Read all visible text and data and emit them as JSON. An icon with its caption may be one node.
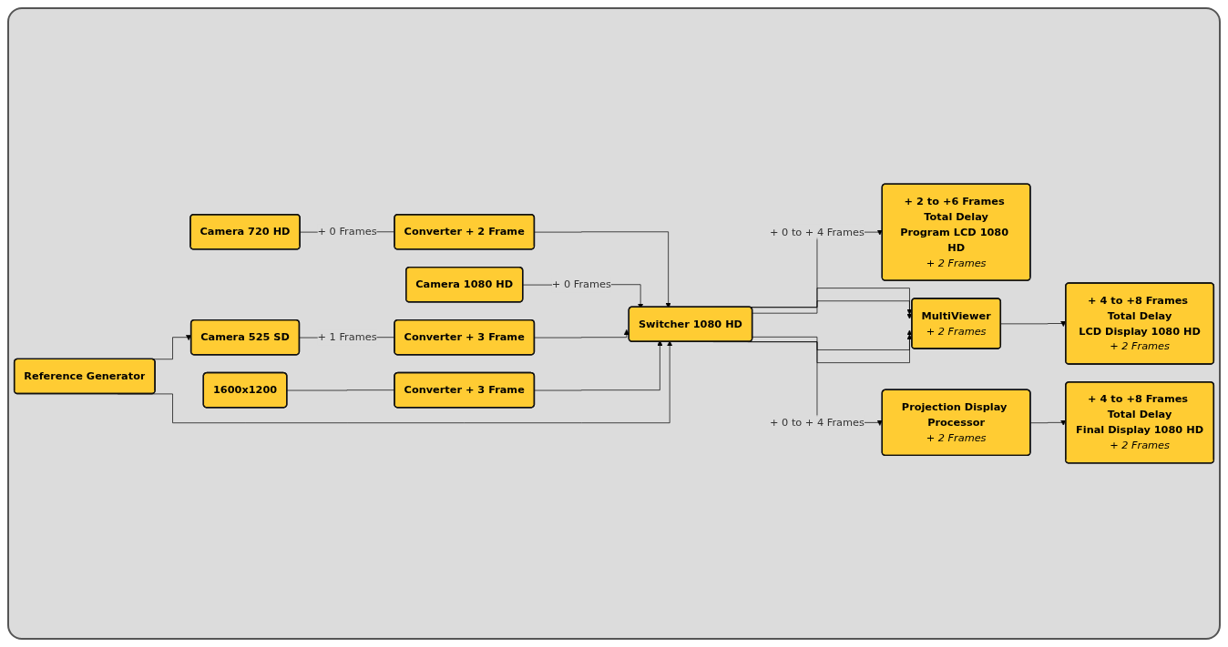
{
  "diagram": {
    "nodes": [
      {
        "text": [
          "+ 4 to +8 Frames Total Delay",
          "LCD Display 1080 HD",
          "+ 2 Frames"
        ]
      },
      {
        "text": [
          "+ 2 to +6 Frames Total Delay",
          "Program LCD 1080 HD",
          "+ 2 Frames"
        ]
      },
      {
        "text": [
          "MultiViewer",
          "+ 2 Frames"
        ]
      },
      {
        "text": [
          "Camera 720 HD"
        ]
      },
      {
        "text": [
          "Converter + 2 Frame"
        ]
      },
      {
        "text": [
          "Camera 1080 HD"
        ]
      },
      {
        "text": [
          "+ 4 to +8 Frames Total Delay",
          "Final Display 1080 HD",
          "+ 2 Frames"
        ]
      },
      {
        "text": [
          "Switcher 1080 HD"
        ]
      },
      {
        "text": [
          "Camera 525 SD"
        ]
      },
      {
        "text": [
          "Converter + 3 Frame"
        ]
      },
      {
        "text": [
          "1600x1200"
        ]
      },
      {
        "text": [
          "Converter + 3 Frame"
        ]
      },
      {
        "text": [
          "Reference Generator"
        ]
      },
      {
        "text": [
          "Projection Display Processor",
          "+ 2 Frames"
        ]
      }
    ],
    "edges": [
      {
        "from": 3,
        "to": 4,
        "arrow": "none",
        "label": "+ 0 Frames"
      },
      {
        "from": 4,
        "to": 7,
        "arrow": "to"
      },
      {
        "from": 5,
        "to": 7,
        "arrow": "to",
        "label": "+ 0 Frames"
      },
      {
        "from": 8,
        "to": 9,
        "arrow": "none",
        "label": "+ 1 Frames"
      },
      {
        "from": 9,
        "to": 7,
        "arrow": "to"
      },
      {
        "from": 10,
        "to": 11,
        "arrow": "none"
      },
      {
        "from": 11,
        "to": 7,
        "arrow": "to"
      },
      {
        "from": 7,
        "to": 2,
        "arrow": "to"
      },
      {
        "from": 7,
        "to": 2,
        "arrow": "to"
      },
      {
        "from": 7,
        "to": 2,
        "arrow": "to"
      },
      {
        "from": 7,
        "to": 2,
        "arrow": "to"
      },
      {
        "from": 2,
        "to": 0,
        "arrow": "to"
      },
      {
        "from": 7,
        "to": 1,
        "arrow": "to",
        "label": "+ 0 to + 4 Frames"
      },
      {
        "from": 7,
        "to": 13,
        "arrow": "to",
        "label": "+ 0 to + 4 Frames"
      },
      {
        "from": 13,
        "to": 6,
        "arrow": "to"
      },
      {
        "from": 12,
        "to": 7,
        "arrow": "to"
      },
      {
        "from": 12,
        "to": 8,
        "arrow": "to"
      }
    ]
  }
}
